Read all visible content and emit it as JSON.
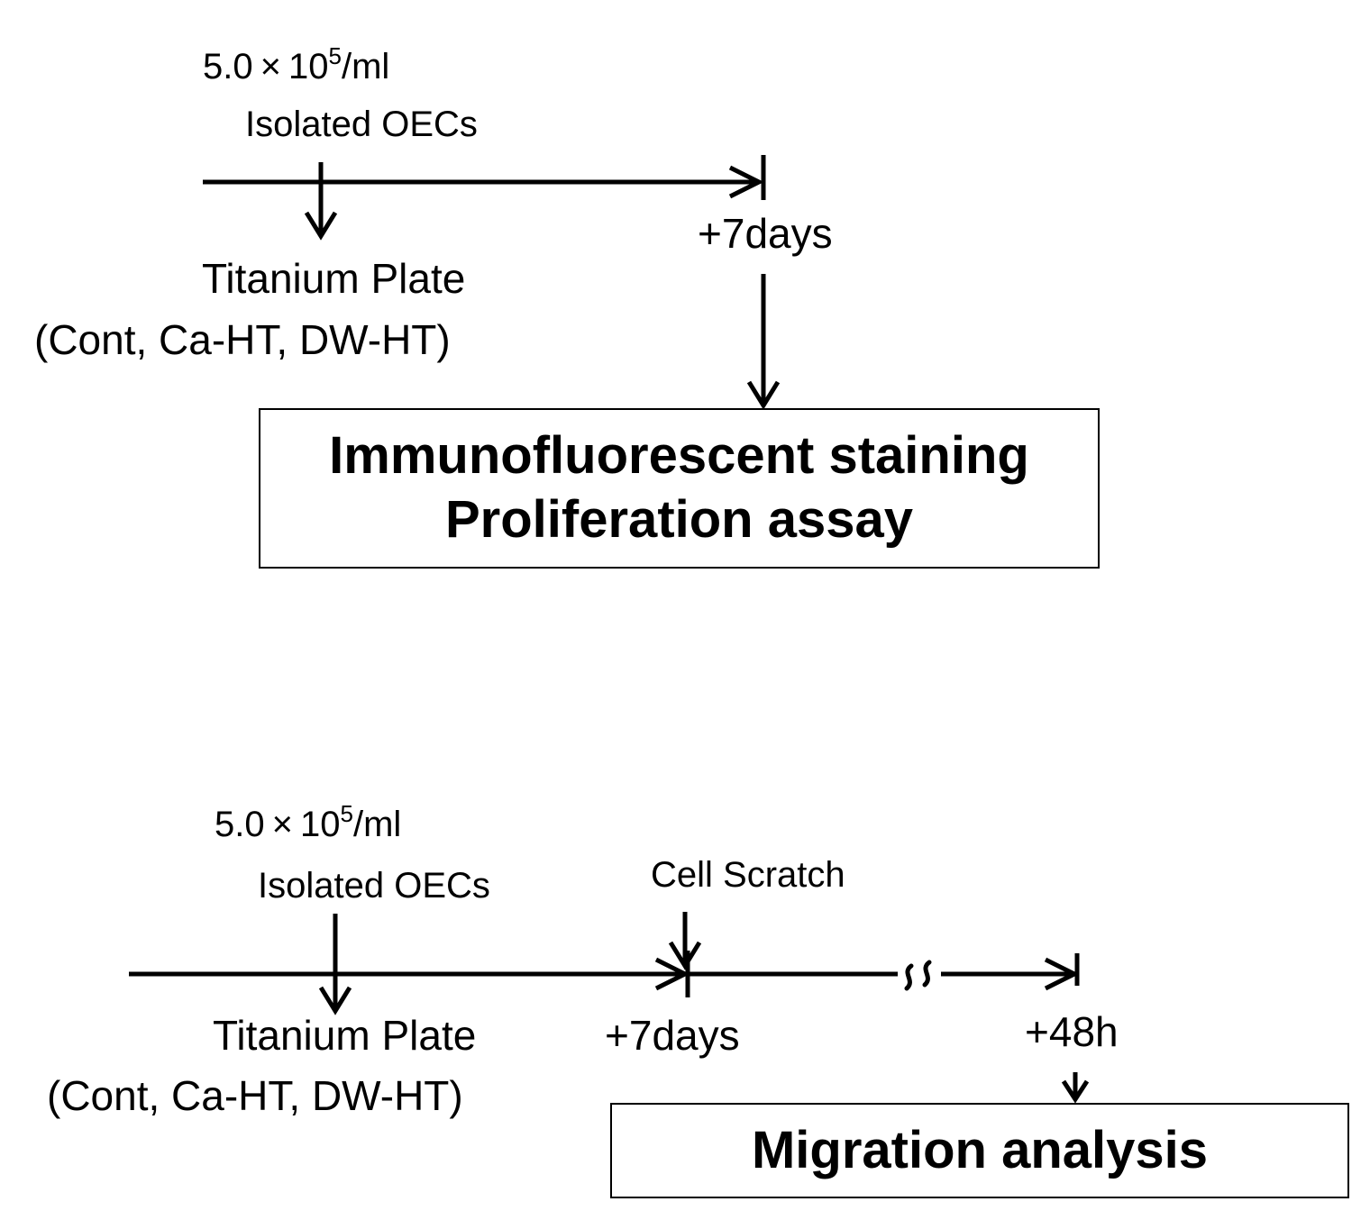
{
  "panel_top": {
    "concentration": {
      "base": "5.0 × 10",
      "exponent": "5",
      "unit": "/ml"
    },
    "cells_label": "Isolated OECs",
    "plate_label": "Titanium Plate",
    "plate_groups": "(Cont, Ca-HT, DW-HT)",
    "time_label": "+7days",
    "result_box": {
      "line1": "Immunofluorescent staining",
      "line2": "Proliferation assay"
    }
  },
  "panel_bottom": {
    "concentration": {
      "base": "5.0 × 10",
      "exponent": "5",
      "unit": "/ml"
    },
    "cells_label": "Isolated OECs",
    "scratch_label": "Cell Scratch",
    "plate_label": "Titanium Plate",
    "plate_groups": "(Cont, Ca-HT, DW-HT)",
    "time_label_1": "+7days",
    "time_label_2": "+48h",
    "break_symbol": "≈",
    "result_box": {
      "line1": "Migration analysis"
    }
  },
  "colors": {
    "stroke": "#000000",
    "background": "#ffffff"
  }
}
